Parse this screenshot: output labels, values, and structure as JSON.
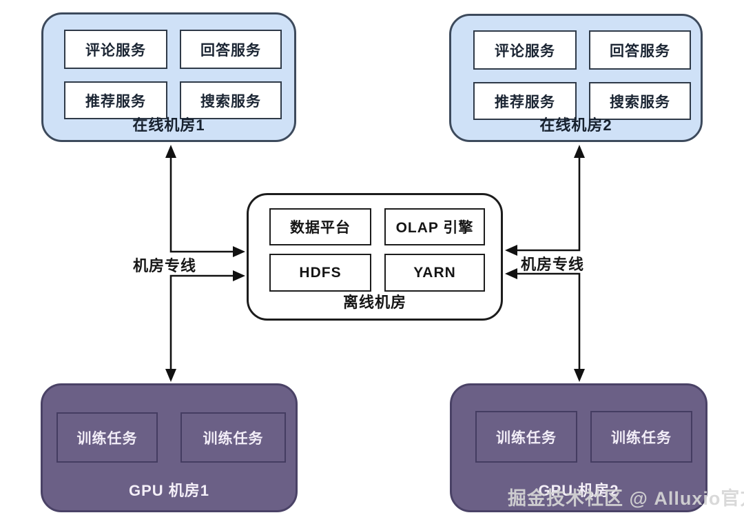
{
  "colors": {
    "online-fill": "#cfe1f7",
    "online-border": "#3d4a5c",
    "service-border": "#2e3947",
    "service-text": "#1b2533",
    "offline-border": "#1c1c1c",
    "gpu-fill": "#6b6086",
    "gpu-border": "#4a4266",
    "task-border": "#443c61",
    "task-text": "#f2edf7",
    "line": "#111111",
    "watermark": "#d6d6d6"
  },
  "nodes": {
    "online1": {
      "title": "在线机房1",
      "services": [
        "评论服务",
        "回答服务",
        "推荐服务",
        "搜索服务"
      ]
    },
    "online2": {
      "title": "在线机房2",
      "services": [
        "评论服务",
        "回答服务",
        "推荐服务",
        "搜索服务"
      ]
    },
    "offline": {
      "title": "离线机房",
      "components": [
        "数据平台",
        "OLAP 引擎",
        "HDFS",
        "YARN"
      ]
    },
    "gpu1": {
      "title": "GPU 机房1",
      "tasks": [
        "训练任务",
        "训练任务"
      ]
    },
    "gpu2": {
      "title": "GPU 机房2",
      "tasks": [
        "训练任务",
        "训练任务"
      ]
    }
  },
  "edges": {
    "left_label": "机房专线",
    "right_label": "机房专线"
  },
  "watermark": "掘金技术社区 @ Alluxio官方"
}
